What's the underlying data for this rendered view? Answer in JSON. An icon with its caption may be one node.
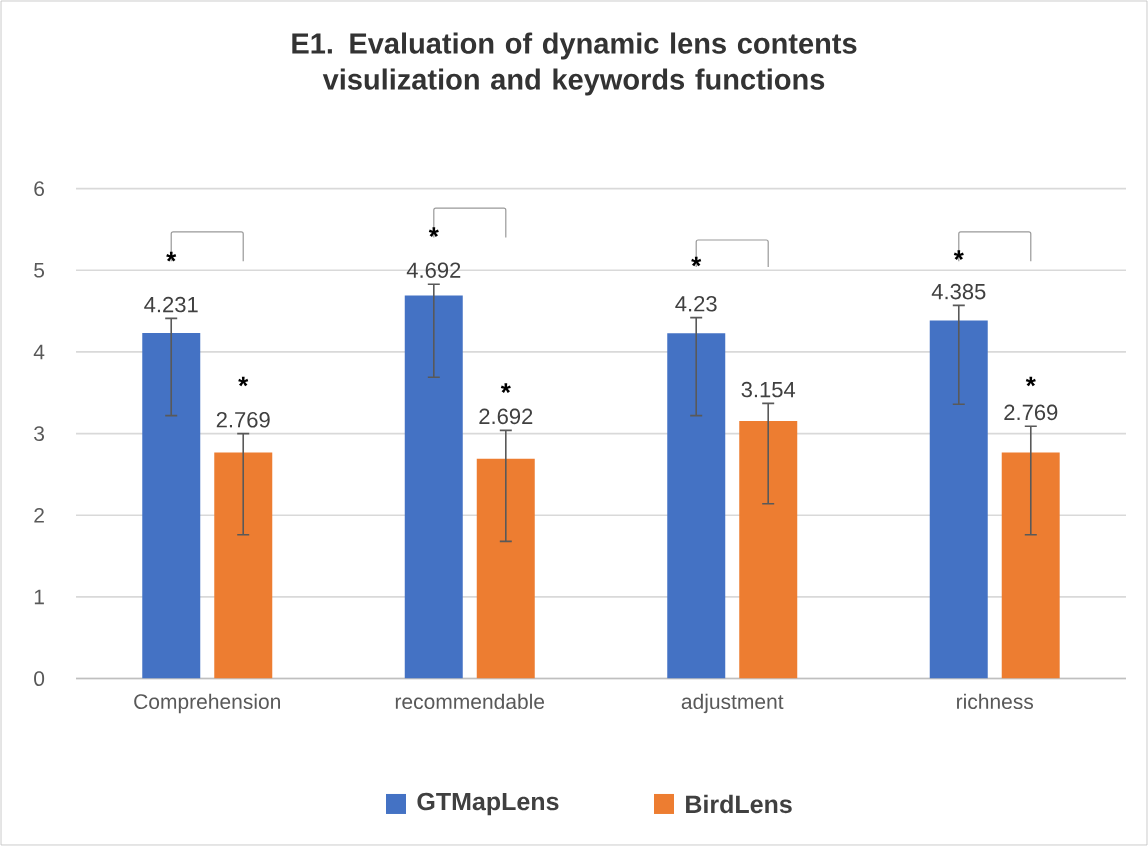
{
  "diagram": {
    "chart_data": {
      "type": "bar",
      "title": "E1. Evaluation of dynamic lens contents visulization and keywords functions",
      "categories": [
        "Comprehension",
        "recommendable",
        "adjustment",
        "richness"
      ],
      "series": [
        {
          "name": "GTMapLens",
          "color": "#4472c4",
          "values": [
            4.231,
            4.692,
            4.23,
            4.385
          ]
        },
        {
          "name": "BirdLens",
          "color": "#ed7d31",
          "values": [
            2.769,
            2.692,
            3.154,
            2.769
          ]
        }
      ],
      "ylim": [
        0,
        6
      ],
      "yticks": [
        0,
        1,
        2,
        3,
        4,
        5,
        6
      ],
      "grid": true,
      "legend": "bottom",
      "value_labels": [
        [
          "4.231",
          "4.692",
          "4.23",
          "4.385"
        ],
        [
          "2.769",
          "2.692",
          "3.154",
          "2.769"
        ]
      ],
      "annotations": [
        "*",
        "*",
        "*",
        "*",
        "*",
        "*",
        "*"
      ]
    }
  }
}
